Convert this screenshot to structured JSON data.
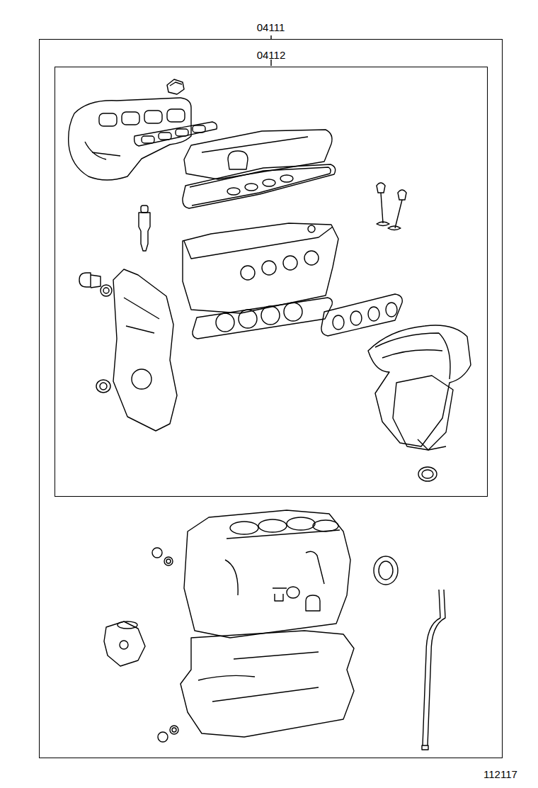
{
  "diagram": {
    "nodes": [
      {
        "text": [
          "04111"
        ]
      },
      {
        "text": [
          "04112"
        ],
        "in": 0
      }
    ],
    "labels": [
      "112117"
    ]
  }
}
